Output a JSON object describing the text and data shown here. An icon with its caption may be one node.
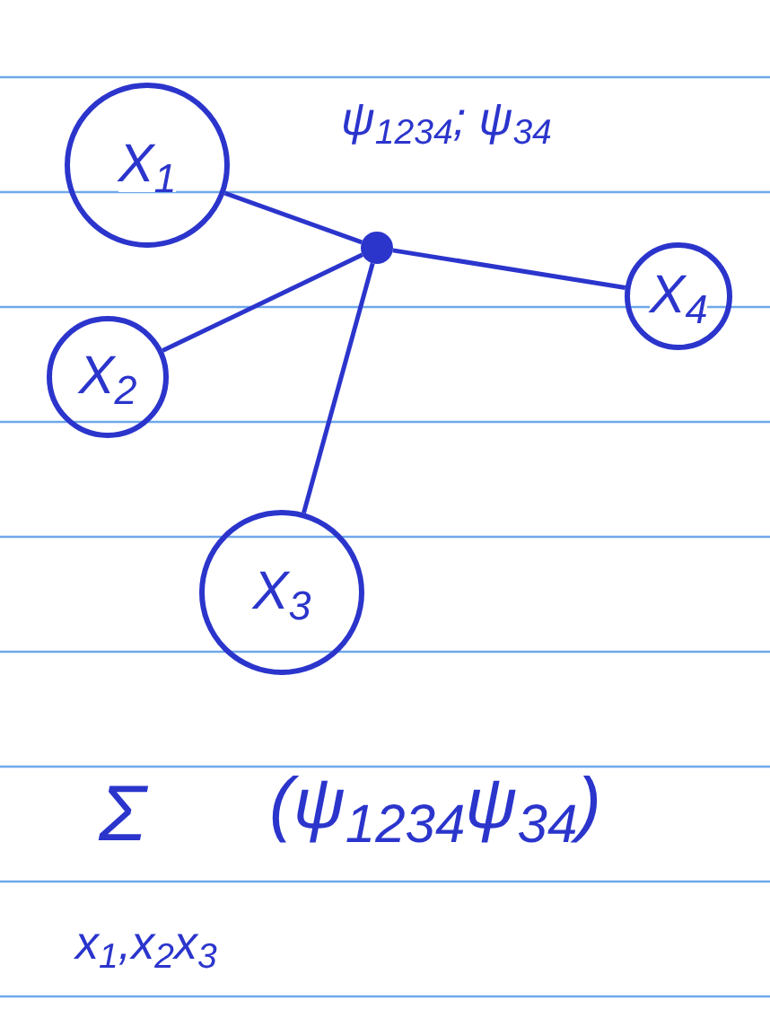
{
  "diagram": {
    "nodes": [
      {
        "text": [
          "X$_{1}$"
        ]
      },
      {
        "text": [
          "X$_{2}$"
        ]
      },
      {
        "text": [
          "X$_{3}$"
        ]
      },
      {
        "text": [
          "X$_{4}$"
        ]
      },
      {
        "text": [],
        "shape": "circle",
        "beside": [
          "ψ$_{1234}$; ψ$_{34}$"
        ]
      }
    ],
    "edges": [
      {
        "from": 0,
        "to": 4,
        "arrow": "none"
      },
      {
        "from": 1,
        "to": 4,
        "arrow": "none"
      },
      {
        "from": 2,
        "to": 4,
        "arrow": "none"
      },
      {
        "from": 4,
        "to": 3,
        "arrow": "none"
      }
    ],
    "labels": [
      "Σ",
      "(ψ$_{1234}$ψ$_{34}$)",
      "x$_{1}$,x$_{2}$x$_{3}$"
    ]
  }
}
